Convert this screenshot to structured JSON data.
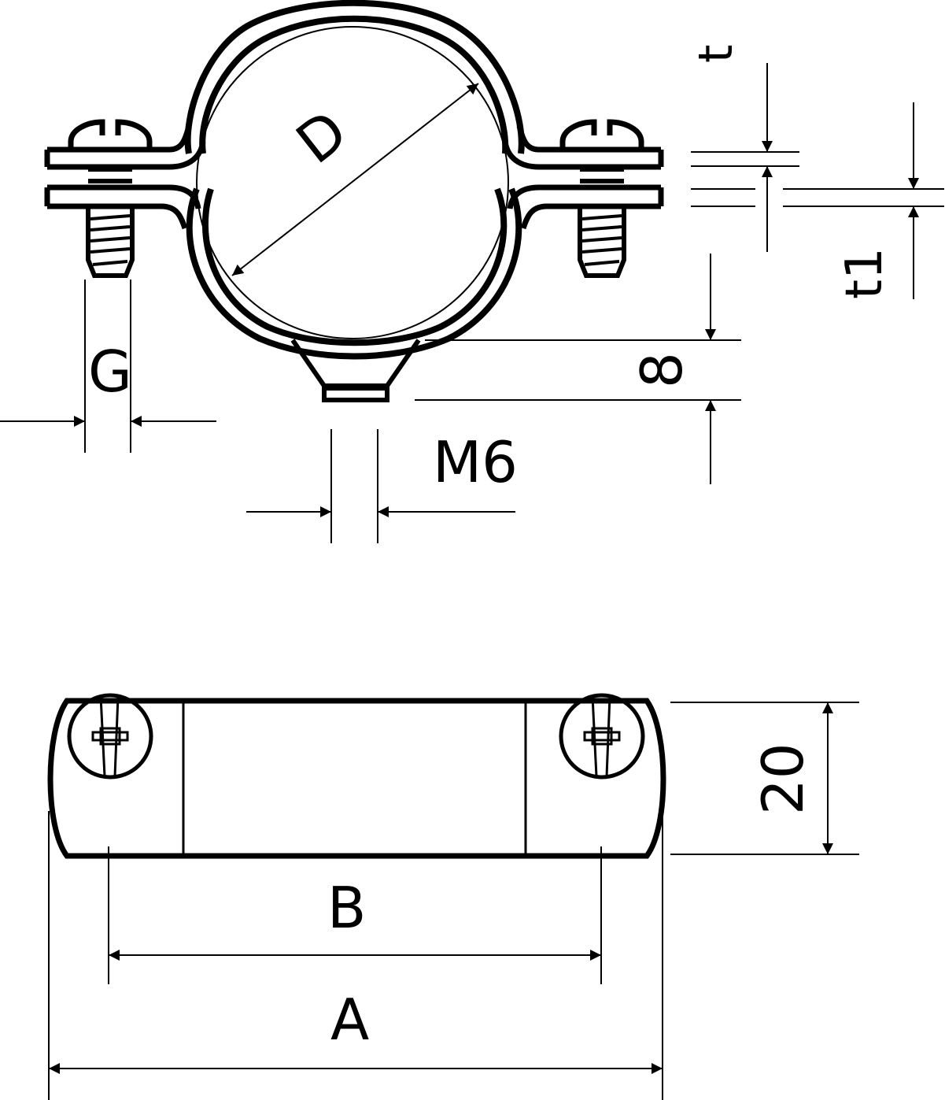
{
  "title": "Pipe clamp technical drawing",
  "labels": {
    "diameter": "D",
    "thickness": "t",
    "thickness_t1": "t1",
    "gap": "G",
    "height_8": "8",
    "thread": "M6",
    "width_20": "20",
    "hole_spacing": "B",
    "overall_length": "A"
  },
  "colors": {
    "line": "#000000",
    "background": "#ffffff"
  }
}
